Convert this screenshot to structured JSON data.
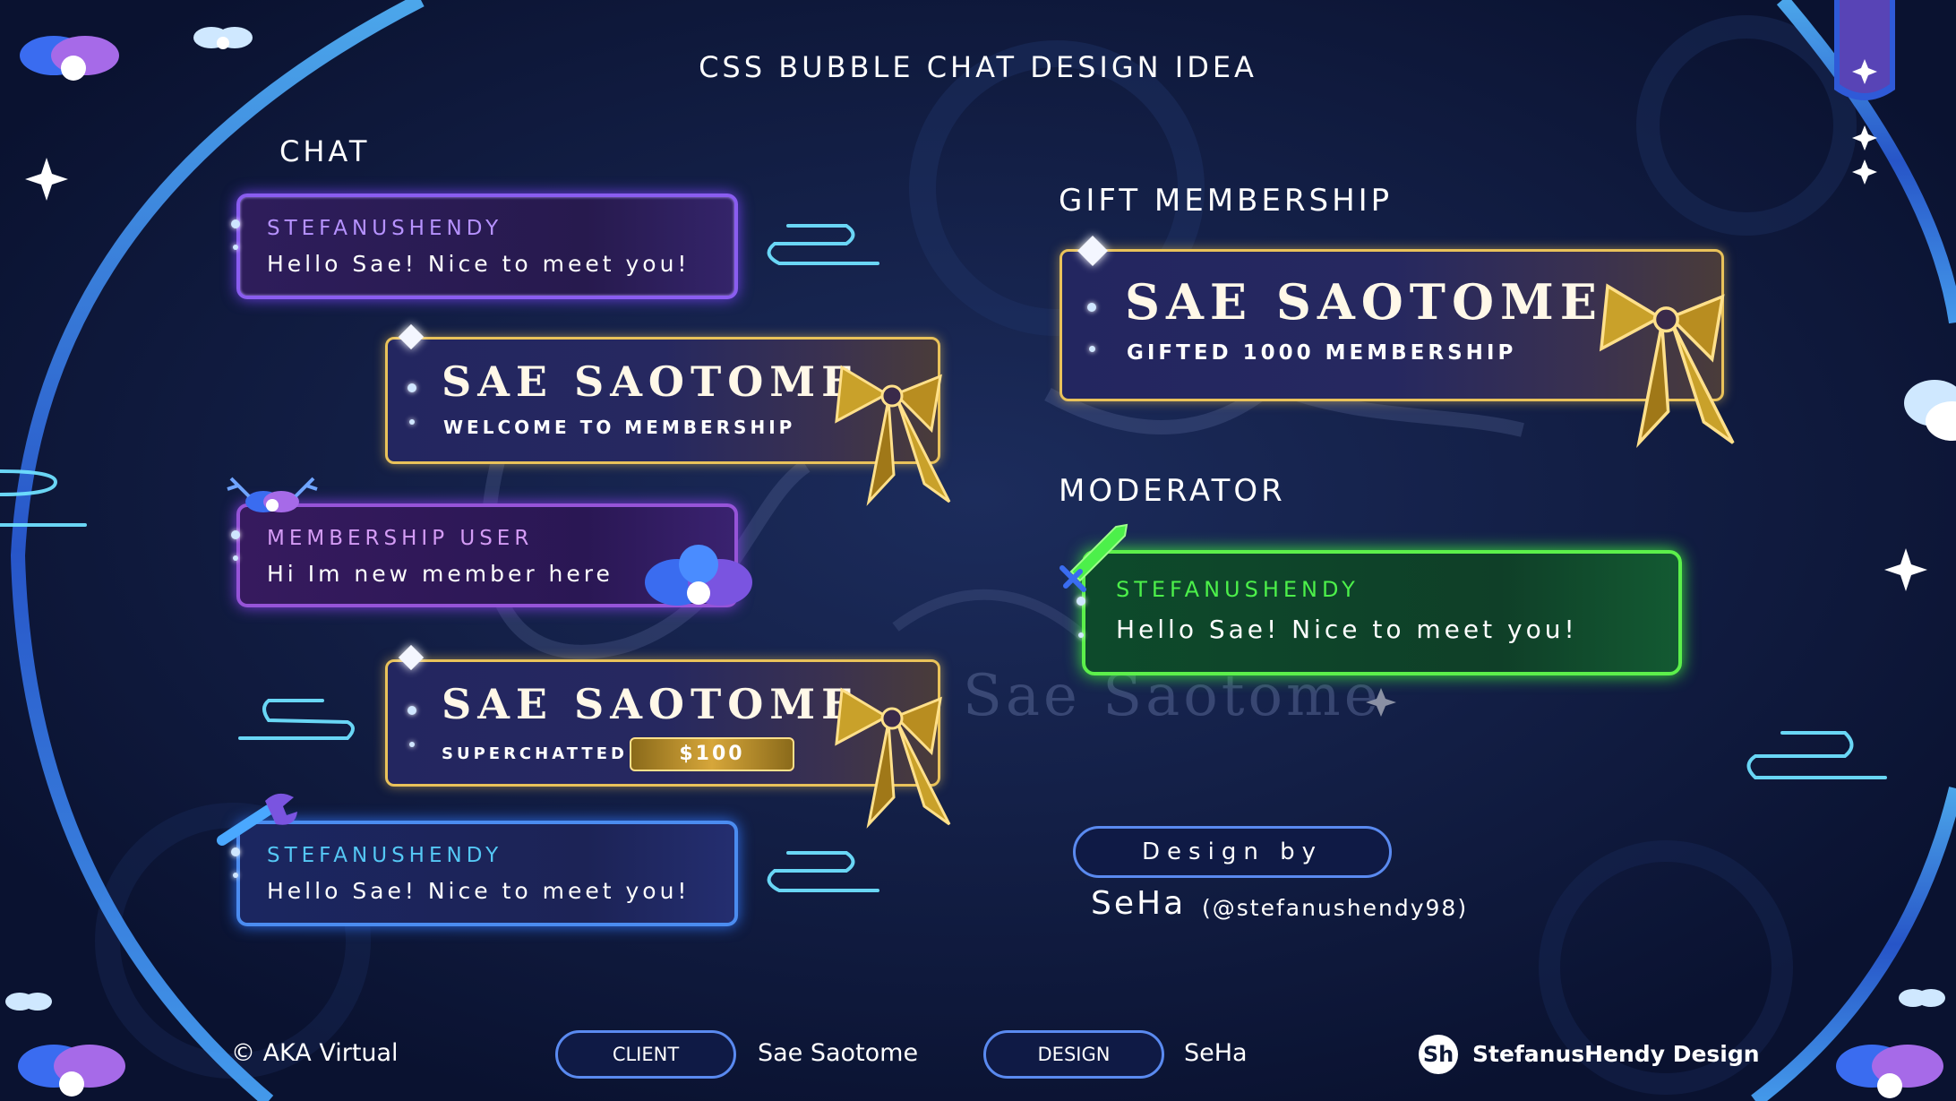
{
  "page": {
    "title": "CSS BUBBLE CHAT DESIGN IDEA"
  },
  "colors": {
    "background": "#0d1838",
    "arc": "#3a8cff",
    "gold": "#e9c25a",
    "green": "#5cf04b",
    "purple": "#8a5df0",
    "blue": "#4b8cf0"
  },
  "chat": {
    "heading": "CHAT",
    "bubbles": [
      {
        "name": "STEFANUSHENDY",
        "message": "Hello Sae! Nice to meet you!"
      },
      {
        "name": "MEMBERSHIP USER",
        "message": "Hi Im new member here"
      },
      {
        "name": "STEFANUSHENDY",
        "message": "Hello Sae! Nice to meet you!"
      }
    ],
    "membership_card": {
      "name": "SAE SAOTOME",
      "caption": "WELCOME TO MEMBERSHIP"
    },
    "superchat_card": {
      "name": "SAE SAOTOME",
      "caption": "SUPERCHATTED",
      "amount": "$100"
    }
  },
  "gift": {
    "heading": "GIFT MEMBERSHIP",
    "name": "SAE SAOTOME",
    "caption": "GIFTED 1000 MEMBERSHIP"
  },
  "moderator": {
    "heading": "MODERATOR",
    "name": "STEFANUSHENDY",
    "message": "Hello Sae! Nice to meet you!"
  },
  "credit": {
    "design_by": "Design by",
    "designer": "SeHa",
    "handle": "(@stefanushendy98)"
  },
  "footer": {
    "copyright": "© AKA Virtual",
    "client_label": "CLIENT",
    "client_value": "Sae Saotome",
    "design_label": "DESIGN",
    "design_value": "SeHa",
    "logo_mark": "Sh",
    "logo_text": "StefanusHendy Design"
  },
  "watermark": {
    "text": "Sae Saotome"
  },
  "icons": [
    "flower-icon",
    "sparkle-icon",
    "cloud-swirl-icon",
    "bow-icon",
    "wrench-icon",
    "sword-icon",
    "antler-icon"
  ]
}
